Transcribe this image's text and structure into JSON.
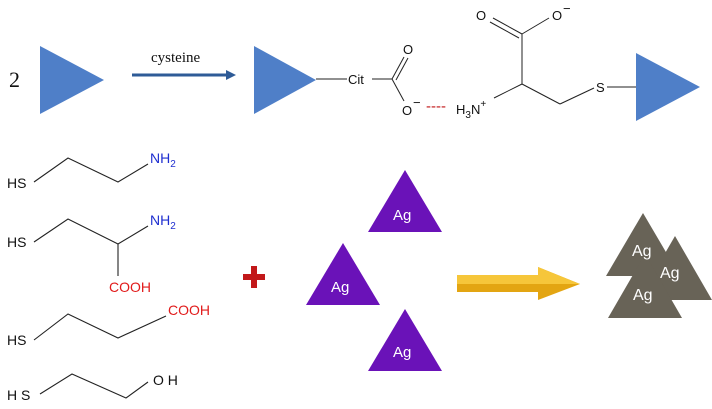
{
  "top_reaction": {
    "coefficient": "2",
    "arrow_label": "cysteine",
    "cit_label": "Cit",
    "o_minus_label": "O",
    "o_label": "O",
    "h3n_label": "H3N",
    "h3n_main": "H",
    "h3n_sub": "3",
    "h3n_tail": "N",
    "plus_sup": "+",
    "minus_sup": "−",
    "s_label": "S",
    "dashes": "----"
  },
  "ligands": {
    "cysteamine": {
      "sh": "HS",
      "nh": "NH",
      "nh_sub": "2"
    },
    "cysteine": {
      "sh": "HS",
      "nh": "NH",
      "nh_sub": "2",
      "cooh": "COOH"
    },
    "mpa": {
      "sh": "HS",
      "cooh": "COOH"
    },
    "mercaptoethanol": {
      "sh": "H S",
      "oh": "O H"
    }
  },
  "plus_sign": "+",
  "ag_label": "Ag",
  "aggregate_labels": [
    "Ag",
    "Ag",
    "Ag"
  ],
  "colors": {
    "blue_triangle": "#4f7fc8",
    "purple_triangle": "#6a12b8",
    "aggregate_triangle": "#686357",
    "arrow_gold": "#f2b51a",
    "plus_red": "#c2181a",
    "reaction_arrow": "#2e5b97",
    "amine_blue": "#1f2fd0",
    "acid_red": "#e11b1b"
  }
}
